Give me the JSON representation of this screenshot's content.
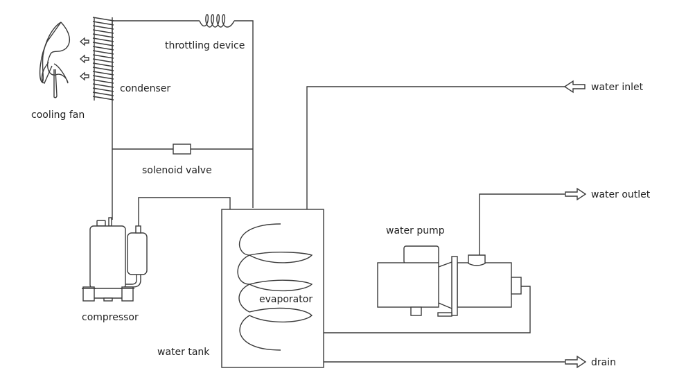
{
  "labels": {
    "cooling_fan": "cooling fan",
    "condenser": "condenser",
    "throttling_device": "throttling device",
    "solenoid_valve": "solenoid valve",
    "compressor": "compressor",
    "water_tank": "water tank",
    "evaporator": "evaporator",
    "water_pump": "water pump",
    "water_inlet": "water inlet",
    "water_outlet": "water outlet",
    "drain": "drain"
  },
  "colors": {
    "line": "#3a3a3a",
    "background": "#ffffff"
  }
}
